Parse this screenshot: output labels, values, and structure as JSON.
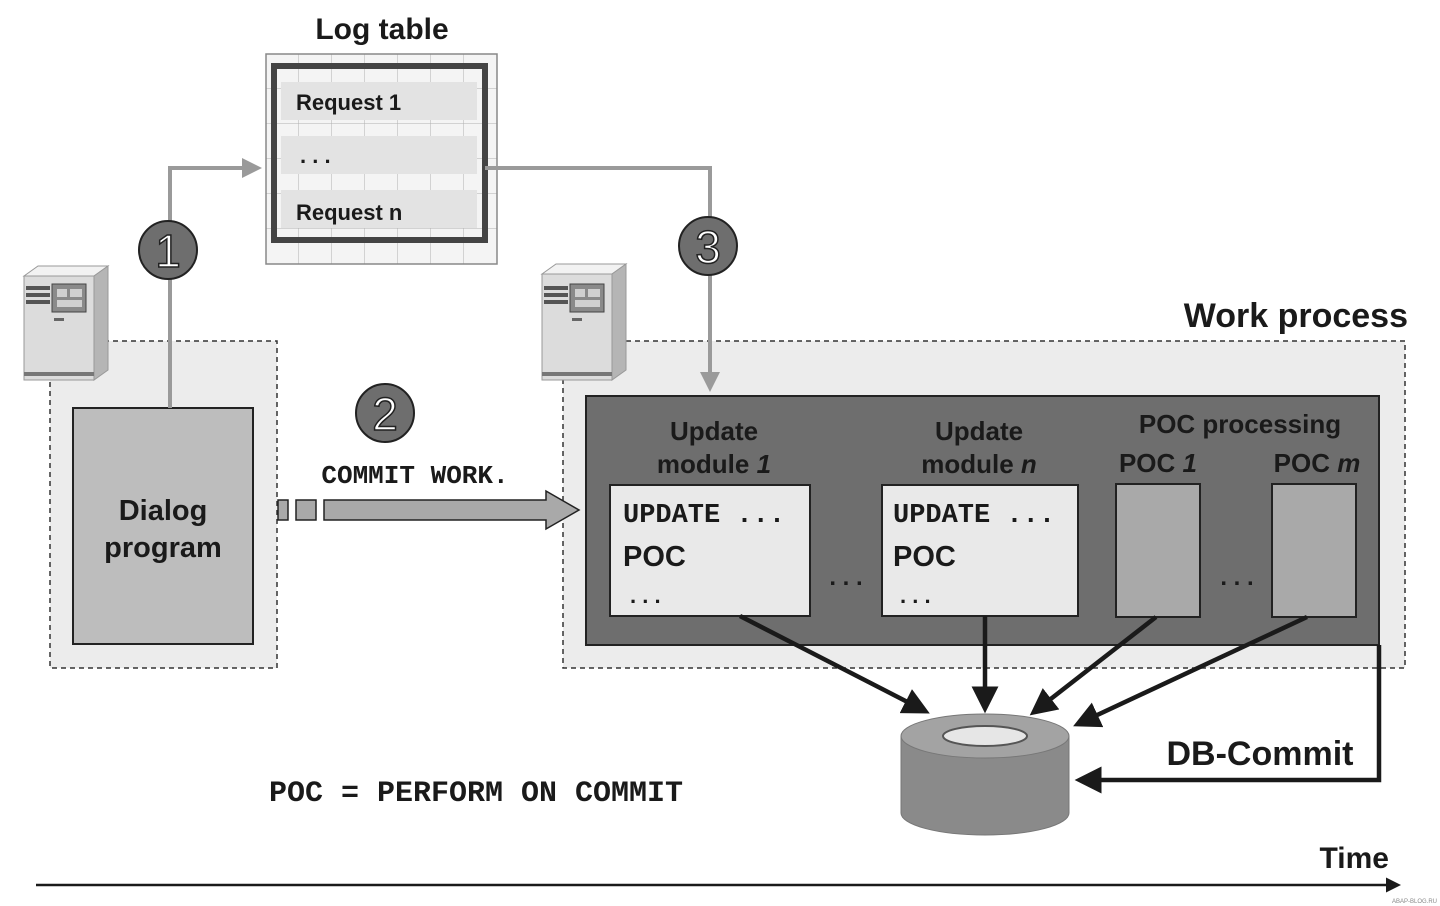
{
  "log_table": {
    "title": "Log table",
    "rows": [
      "Request 1",
      ". . .",
      "Request n"
    ]
  },
  "steps": {
    "step1": "1",
    "step2": "2",
    "step3": "3"
  },
  "commit_label": "COMMIT WORK.",
  "dialog_program": {
    "line1": "Dialog",
    "line2": "program"
  },
  "work_process": {
    "title": "Work process",
    "module1": {
      "line1": "Update",
      "line2_text": "module ",
      "line2_idx": "1",
      "code1": "UPDATE ...",
      "code2": "POC",
      "code3": ". . ."
    },
    "module_n": {
      "line1": "Update",
      "line2_text": "module ",
      "line2_idx": "n",
      "code1": "UPDATE ...",
      "code2": "POC",
      "code3": ". . ."
    },
    "ellipsis_modules": ". . .",
    "poc_processing": {
      "title": "POC processing",
      "poc1_text": "POC ",
      "poc1_idx": "1",
      "pocm_text": "POC ",
      "pocm_idx": "m",
      "ellipsis": ". . ."
    }
  },
  "db_commit": "DB-Commit",
  "poc_definition": "POC = PERFORM ON COMMIT",
  "time_label": "Time",
  "watermark": "ABAP-BLOG.RU",
  "icons": [
    "server-icon",
    "database-icon"
  ],
  "colors": {
    "work_area": "#e8e8e8",
    "work_box": "#6e6e6e",
    "light_box": "#e9e9e9",
    "medium_box": "#a9a9a9",
    "connector": "#9a9a9a",
    "dark": "#1a1a1a"
  }
}
